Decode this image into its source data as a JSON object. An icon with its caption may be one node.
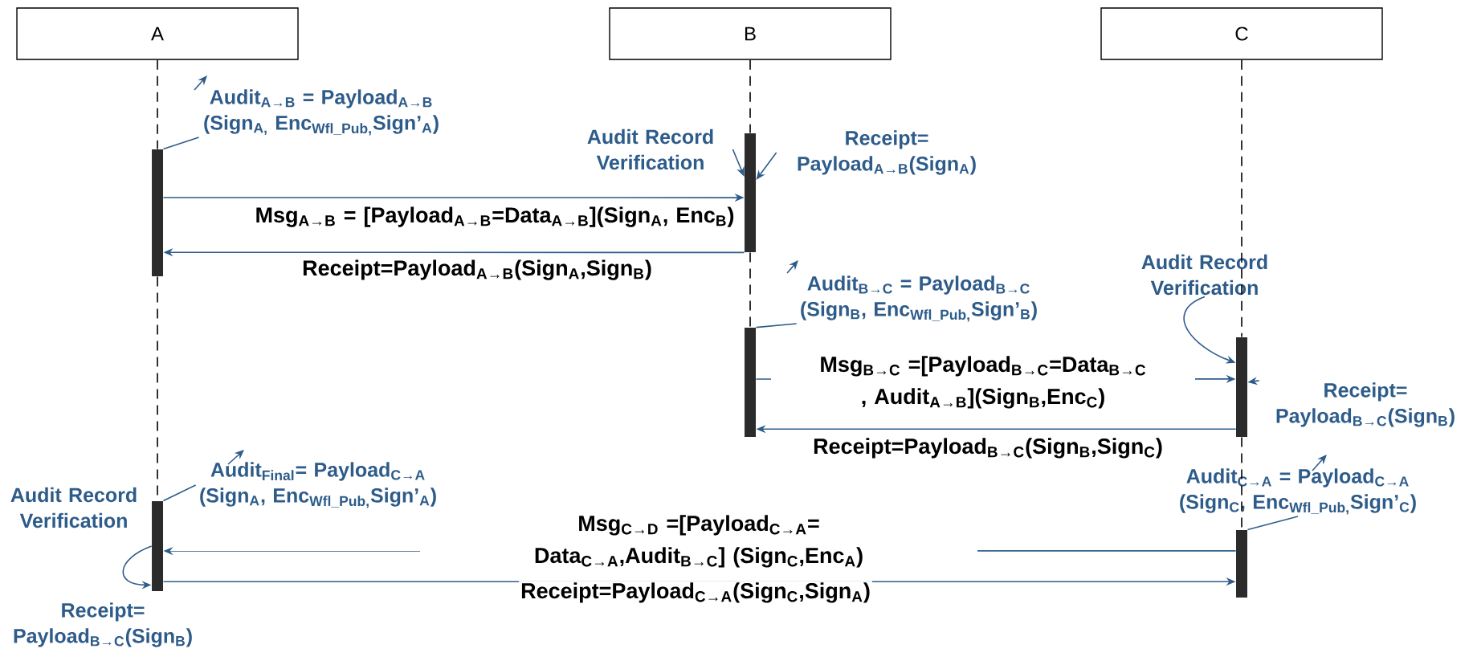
{
  "diagram": {
    "nodes": [
      {
        "text": [
          "A"
        ]
      },
      {
        "text": [
          "B"
        ]
      },
      {
        "text": [
          "C"
        ]
      },
      {
        "text": [],
        "shape": "bar"
      },
      {
        "text": [],
        "shape": "bar"
      },
      {
        "text": [],
        "shape": "bar"
      },
      {
        "text": [],
        "shape": "bar"
      },
      {
        "text": [],
        "shape": "bar"
      },
      {
        "text": [],
        "shape": "bar"
      },
      {
        "text": [
          "Audit$_{A→B}$ = Payload$_{A→B}$ (Sign$_{A,}$ Enc$_{Wfl_Pub,}$Sign’$_{A}$)"
        ]
      },
      {
        "text": [
          "Audit Record Verification"
        ]
      },
      {
        "text": [
          "Receipt= Payload$_{A→B}$(Sign$_{A}$)"
        ]
      },
      {
        "text": [
          "Audit$_{B→C}$ = Payload$_{B→C}$ (Sign$_{B}$, Enc$_{Wfl_Pub,}$Sign’$_{B}$)"
        ]
      },
      {
        "text": [
          "Audit Record Verification"
        ]
      },
      {
        "text": [
          "Receipt= Payload$_{B→C}$(Sign$_{B}$)"
        ]
      },
      {
        "text": [
          "Audit$_{Final}$= Payload$_{C→A}$ (Sign$_{A}$, Enc$_{Wfl_Pub,}$Sign’$_{A}$)"
        ]
      },
      {
        "text": [
          "Audit$_{C→A}$ = Payload$_{C→A}$ (Sign$_{C}$, Enc$_{Wfl_Pub,}$Sign’$_{C}$)"
        ]
      },
      {
        "text": [
          "Audit Record Verification"
        ]
      },
      {
        "text": [
          "Receipt= Payload$_{B→C}$(Sign$_{B}$)"
        ]
      }
    ],
    "edges": [
      {
        "from": 3,
        "to": 4,
        "arrow": "to",
        "label": "Msg$_{A→B}$ = [Payload$_{A→B}$=Data$_{A→B}$](Sign$_{A}$, Enc$_{B}$)"
      },
      {
        "from": 4,
        "to": 3,
        "arrow": "to",
        "label": "Receipt=Payload$_{A→B}$(Sign$_{A}$,Sign$_{B}$)"
      },
      {
        "from": 5,
        "to": 6,
        "arrow": "to",
        "label": "Msg$_{B→C}$ =[Payload$_{B→C}$=Data$_{B→C}$ , Audit$_{A→B}$](Sign$_{B}$,Enc$_{C}$)"
      },
      {
        "from": 6,
        "to": 5,
        "arrow": "to",
        "label": "Receipt=Payload$_{B→C}$(Sign$_{B}$,Sign$_{C}$)"
      },
      {
        "from": 8,
        "to": 7,
        "arrow": "to",
        "label": "Msg$_{C→D}$ =[Payload$_{C→A}$= Data$_{C→A}$,Audit$_{B→C}$] (Sign$_{C}$,Enc$_{A}$)"
      },
      {
        "from": 7,
        "to": 8,
        "arrow": "to",
        "label": "Receipt=Payload$_{C→A}$(Sign$_{C}$,Sign$_{A}$)"
      },
      {
        "from": 9,
        "to": 3,
        "arrow": "none"
      },
      {
        "from": 10,
        "to": 4,
        "arrow": "to"
      },
      {
        "from": 11,
        "to": 4,
        "arrow": "to"
      },
      {
        "from": 12,
        "to": 5,
        "arrow": "none"
      },
      {
        "from": 13,
        "to": 6,
        "arrow": "to"
      },
      {
        "from": 14,
        "to": 6,
        "arrow": "to"
      },
      {
        "from": 15,
        "to": 7,
        "arrow": "none"
      },
      {
        "from": 16,
        "to": 8,
        "arrow": "none"
      },
      {
        "from": 7,
        "to": 7,
        "arrow": "to"
      },
      {
        "from": 0,
        "to": 3,
        "arrow": "none",
        "style": "dashed",
        "color": "#000000"
      },
      {
        "from": 3,
        "to": 7,
        "arrow": "none",
        "style": "dashed",
        "color": "#000000"
      },
      {
        "from": 1,
        "to": 4,
        "arrow": "none",
        "style": "dashed",
        "color": "#000000"
      },
      {
        "from": 4,
        "to": 5,
        "arrow": "none",
        "style": "dashed",
        "color": "#000000"
      },
      {
        "from": 2,
        "to": 6,
        "arrow": "none",
        "style": "dashed",
        "color": "#000000"
      },
      {
        "from": 6,
        "to": 8,
        "arrow": "none",
        "style": "dashed",
        "color": "#000000"
      }
    ]
  }
}
